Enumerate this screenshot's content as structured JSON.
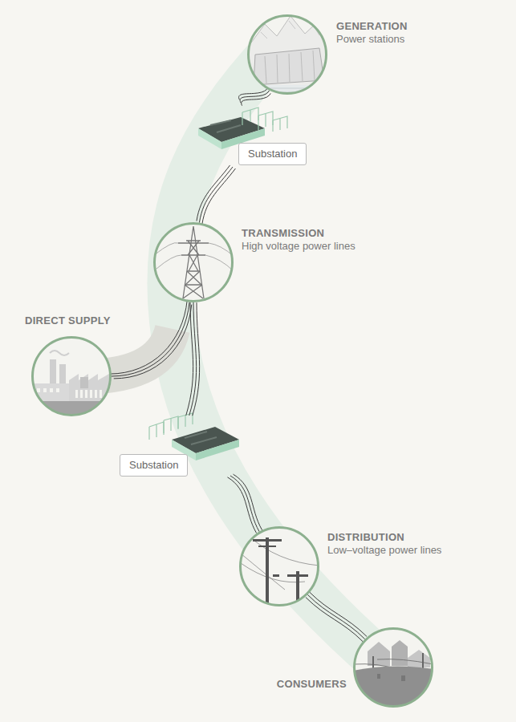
{
  "diagram": {
    "nodes": [
      {
        "text": [
          "GENERATION",
          "Power stations"
        ]
      },
      {
        "text": [
          "Substation"
        ]
      },
      {
        "text": [
          "TRANSMISSION",
          "High voltage power lines"
        ]
      },
      {
        "text": [
          "DIRECT SUPPLY"
        ]
      },
      {
        "text": [
          "Substation"
        ]
      },
      {
        "text": [
          "DISTRIBUTION",
          "Low–voltage power lines"
        ]
      },
      {
        "text": [
          "CONSUMERS"
        ]
      }
    ],
    "edges": [
      {
        "from": 0,
        "to": 1,
        "arrow": "none"
      },
      {
        "from": 1,
        "to": 2,
        "arrow": "none"
      },
      {
        "from": 2,
        "to": 3,
        "arrow": "none"
      },
      {
        "from": 2,
        "to": 4,
        "arrow": "none"
      },
      {
        "from": 4,
        "to": 5,
        "arrow": "none"
      },
      {
        "from": 5,
        "to": 6,
        "arrow": "none"
      }
    ]
  }
}
